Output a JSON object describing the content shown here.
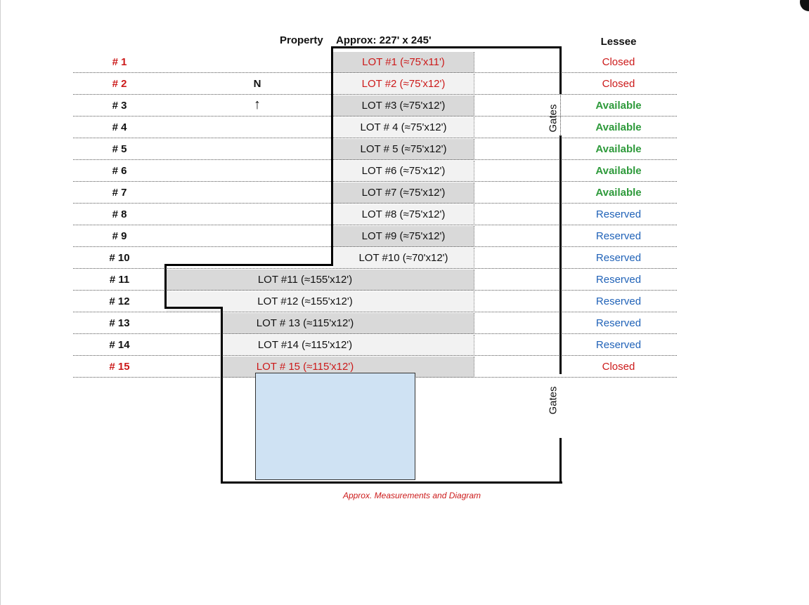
{
  "header": {
    "property_label": "Property",
    "approx_label": "Approx: 227' x 245'",
    "lessee_label": "Lessee"
  },
  "compass": {
    "letter": "N",
    "arrow": "↑"
  },
  "gates_label": "Gates",
  "footer_note": "Approx. Measurements and Diagram",
  "colors": {
    "closed": "#cc1a1a",
    "available": "#2e9a3b",
    "reserved": "#2163b8",
    "shade_dark": "#d9d9d9",
    "shade_light": "#f2f2f2",
    "building": "#cfe2f3"
  },
  "lots": [
    {
      "number": "# 1",
      "label": "LOT #1 (≈75'x11')",
      "status": "Closed"
    },
    {
      "number": "# 2",
      "label": "LOT #2 (≈75'x12')",
      "status": "Closed"
    },
    {
      "number": "# 3",
      "label": "LOT #3 (≈75'x12')",
      "status": "Available"
    },
    {
      "number": "# 4",
      "label": "LOT # 4 (≈75'x12')",
      "status": "Available"
    },
    {
      "number": "# 5",
      "label": "LOT # 5 (≈75'x12')",
      "status": "Available"
    },
    {
      "number": "# 6",
      "label": "LOT #6 (≈75'x12')",
      "status": "Available"
    },
    {
      "number": "# 7",
      "label": "LOT #7 (≈75'x12')",
      "status": "Available"
    },
    {
      "number": "# 8",
      "label": "LOT #8 (≈75'x12')",
      "status": "Reserved"
    },
    {
      "number": "# 9",
      "label": "LOT #9 (≈75'x12')",
      "status": "Reserved"
    },
    {
      "number": "# 10",
      "label": "LOT #10 (≈70'x12')",
      "status": "Reserved"
    },
    {
      "number": "# 11",
      "label": "LOT #11 (≈155'x12')",
      "status": "Reserved"
    },
    {
      "number": "# 12",
      "label": "LOT #12 (≈155'x12')",
      "status": "Reserved"
    },
    {
      "number": "# 13",
      "label": "LOT # 13 (≈115'x12')",
      "status": "Reserved"
    },
    {
      "number": "# 14",
      "label": "LOT #14 (≈115'x12')",
      "status": "Reserved"
    },
    {
      "number": "# 15",
      "label": "LOT # 15 (≈115'x12')",
      "status": "Closed"
    }
  ]
}
